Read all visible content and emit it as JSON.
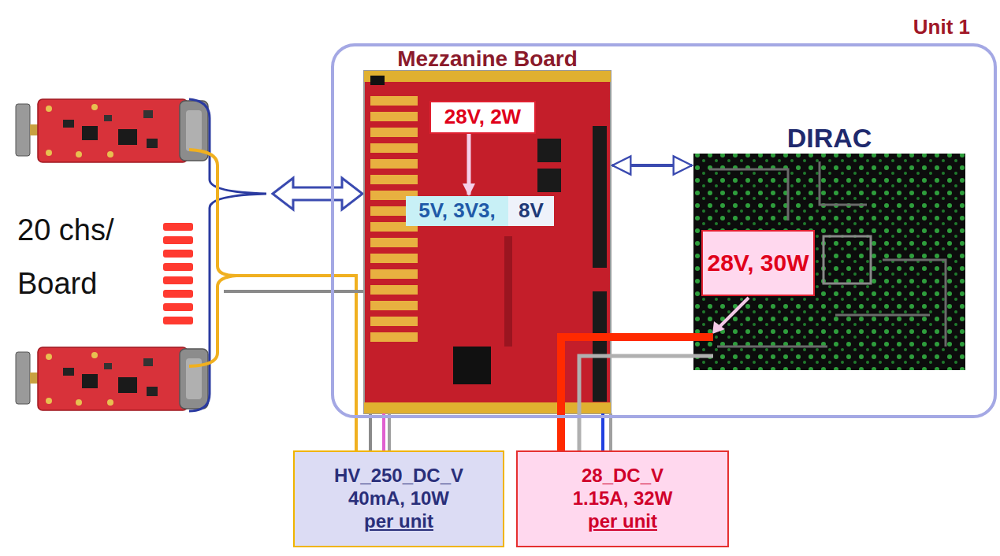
{
  "diagram": {
    "nodes": [
      {
        "text": [
          "Unit 1"
        ]
      },
      {
        "text": [
          "Mezzanine Board"
        ],
        "in": 0
      },
      {
        "text": [
          "28V, 2W"
        ],
        "in": 1
      },
      {
        "text": [
          "5V, 3V3,"
        ],
        "in": 1
      },
      {
        "text": [
          "8V"
        ],
        "in": 1
      },
      {
        "text": [
          "DIRAC"
        ],
        "in": 0
      },
      {
        "text": [
          "28V, 30W"
        ],
        "in": 5
      },
      {
        "text": [
          "HV_250_DC_V",
          "40mA, 10W",
          "per unit"
        ]
      },
      {
        "text": [
          "28_DC_V",
          "1.15A, 32W",
          "per unit"
        ]
      }
    ],
    "edges": [
      {
        "from": 2,
        "to": 3,
        "arrow": "to"
      },
      {
        "from": 1,
        "to": 5,
        "arrow": "both"
      },
      {
        "from": 7,
        "to": 1,
        "arrow": "none"
      },
      {
        "from": 8,
        "to": 5,
        "arrow": "none"
      },
      {
        "from": 8,
        "to": 1,
        "arrow": "none"
      }
    ],
    "labels": [
      "20 chs/ Board"
    ]
  }
}
